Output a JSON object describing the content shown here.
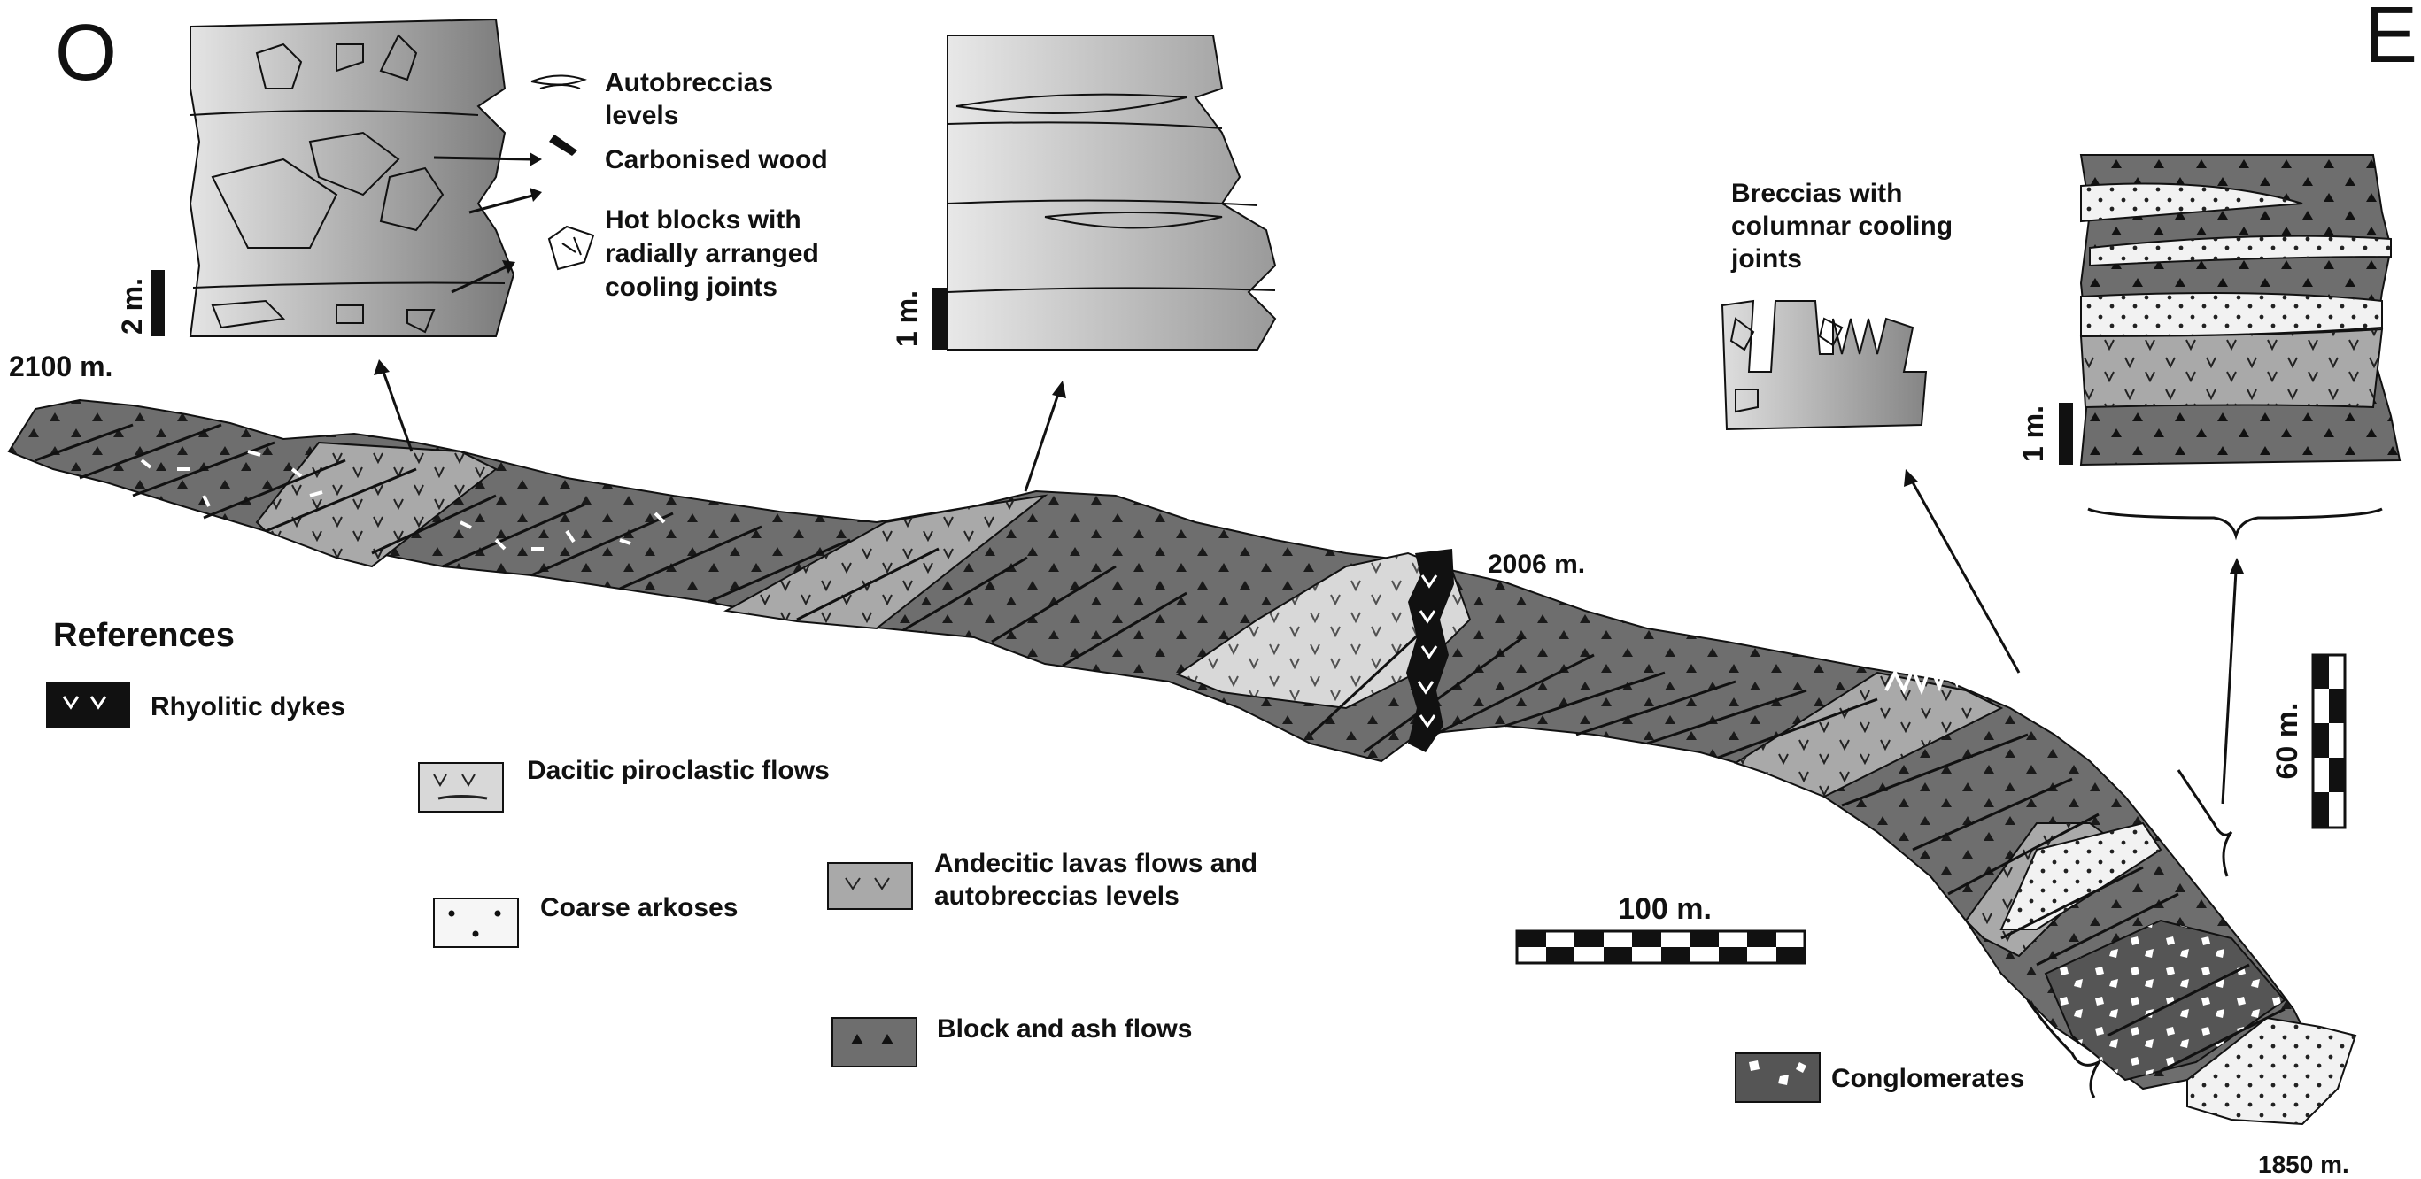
{
  "orientation": {
    "west": "O",
    "east": "E"
  },
  "elevations": {
    "top": "2100 m.",
    "dyke": "2006 m.",
    "bottom": "1850 m."
  },
  "insets": {
    "a": {
      "scale_label": "2 m.",
      "annotations": {
        "autobreccias": "Autobreccias levels",
        "wood": "Carbonised wood",
        "hot_blocks": "Hot blocks with radially arranged cooling joints"
      }
    },
    "b": {
      "scale_label": "1 m."
    },
    "c": {
      "title": "Breccias with columnar cooling joints"
    },
    "d": {
      "scale_label": "1 m."
    }
  },
  "scalebars": {
    "horizontal": "100 m.",
    "vertical": "60 m."
  },
  "references": {
    "title": "References",
    "items": [
      {
        "key": "rhyolitic",
        "label": "Rhyolitic dykes"
      },
      {
        "key": "dacitic",
        "label": "Dacitic piroclastic flows"
      },
      {
        "key": "arkoses",
        "label": "Coarse arkoses"
      },
      {
        "key": "andesitic",
        "label": "Andecitic lavas flows and autobreccias levels"
      },
      {
        "key": "block_ash",
        "label": "Block and ash flows"
      },
      {
        "key": "conglomerates",
        "label": "Conglomerates"
      }
    ]
  },
  "colors": {
    "block_ash": "#6e6e6e",
    "andesitic": "#a9a9a9",
    "dacitic": "#d8d8d8",
    "arkoses": "#f2f2f2",
    "conglomerates": "#555555",
    "dyke": "#111111"
  }
}
